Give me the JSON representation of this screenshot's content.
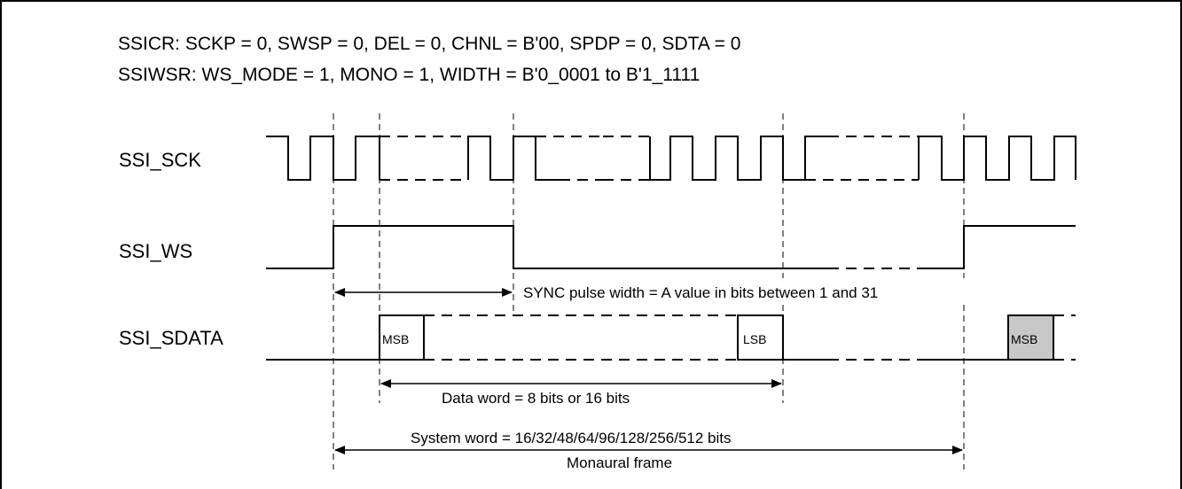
{
  "header": {
    "line1": "SSICR: SCKP = 0, SWSP = 0, DEL = 0, CHNL = B'00, SPDP = 0, SDTA = 0",
    "line2": "SSIWSR: WS_MODE = 1, MONO = 1, WIDTH = B'0_0001 to B'1_1111"
  },
  "signals": {
    "sck": "SSI_SCK",
    "ws": "SSI_WS",
    "sdata": "SSI_SDATA"
  },
  "annotations": {
    "sync_pulse": "SYNC pulse width = A value in bits between 1 and 31",
    "data_word": "Data word = 8 bits or 16 bits",
    "system_word": "System word = 16/32/48/64/96/128/256/512 bits",
    "frame": "Monaural frame"
  },
  "bits": {
    "msb": "MSB",
    "lsb": "LSB",
    "msb_next": "MSB"
  },
  "colors": {
    "line": "#000000",
    "next_msb_fill": "#c8c8c8"
  }
}
